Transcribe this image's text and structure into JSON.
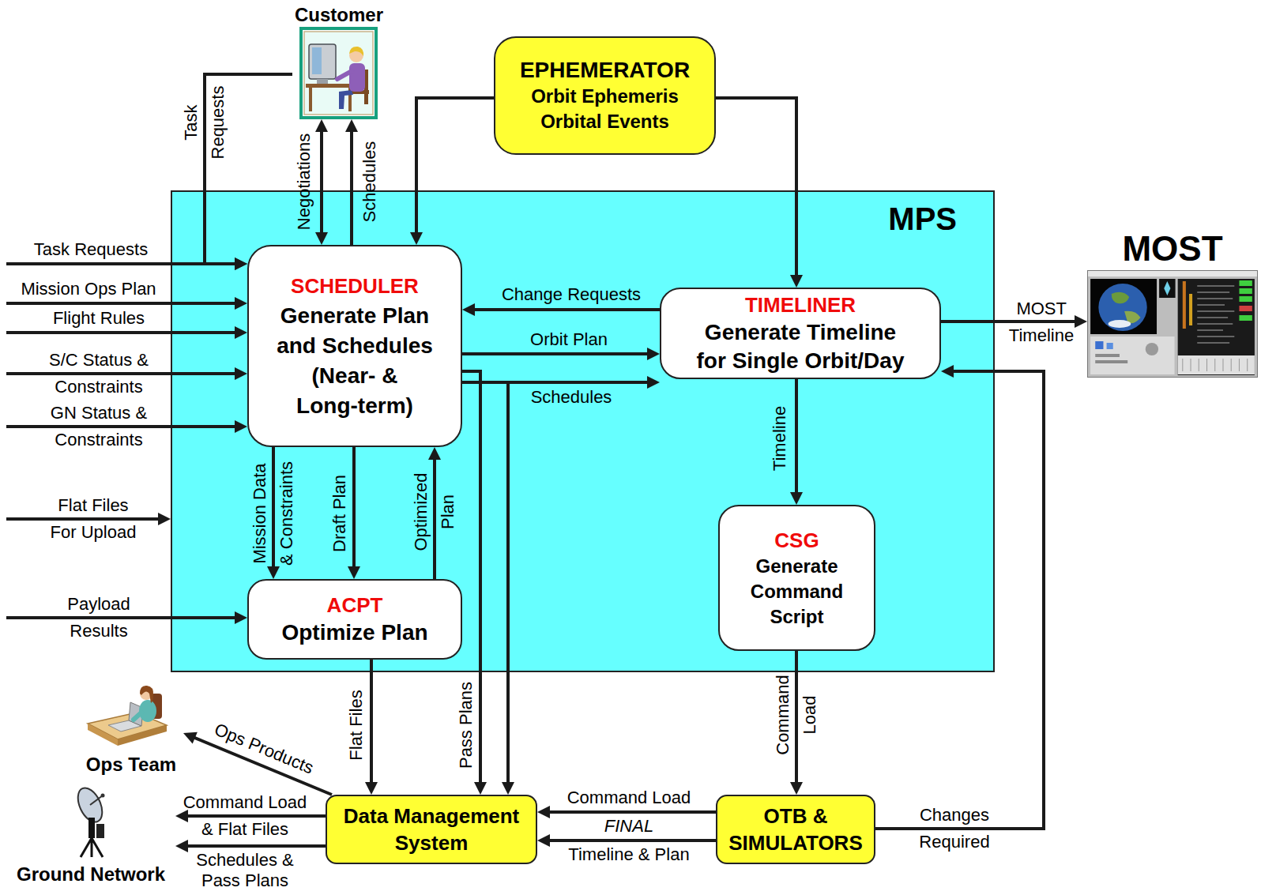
{
  "diagram": {
    "nodes": [
      {
        "text": [
          "Customer"
        ]
      },
      {
        "text": [
          "EPHEMERATOR",
          "Orbit Ephemeris Orbital Events"
        ]
      },
      {
        "text": [
          "MPS"
        ]
      },
      {
        "text": [
          "SCHEDULER",
          "Generate Plan and Schedules (Near- & Long-term)"
        ],
        "in": 2
      },
      {
        "text": [
          "TIMELINER",
          "Generate Timeline for Single Orbit/Day"
        ],
        "in": 2
      },
      {
        "text": [
          "ACPT",
          "Optimize Plan"
        ],
        "in": 2
      },
      {
        "text": [
          "CSG",
          "Generate Command Script"
        ],
        "in": 2
      },
      {
        "text": [
          "MOST"
        ]
      },
      {
        "text": [
          "Ops Team"
        ]
      },
      {
        "text": [
          "Ground Network"
        ]
      },
      {
        "text": [
          "Data Management System"
        ]
      },
      {
        "text": [
          "OTB & SIMULATORS"
        ]
      }
    ],
    "edges": [
      {
        "from": 0,
        "to": 3,
        "label": "Task Requests",
        "arrow": "to"
      },
      {
        "from": 3,
        "to": 0,
        "label": "Negotiations",
        "arrow": "both"
      },
      {
        "from": 3,
        "to": 0,
        "label": "Schedules",
        "arrow": "to"
      },
      {
        "from": 1,
        "to": 3,
        "arrow": "to"
      },
      {
        "from": 1,
        "to": 4,
        "arrow": "to"
      },
      {
        "from": 4,
        "to": 3,
        "label": "Change Requests",
        "arrow": "to"
      },
      {
        "from": 3,
        "to": 4,
        "label": "Orbit Plan",
        "arrow": "to"
      },
      {
        "from": 3,
        "to": 4,
        "label": "Schedules",
        "arrow": "to"
      },
      {
        "from": 3,
        "to": 10,
        "arrow": "to"
      },
      {
        "from": 3,
        "to": 10,
        "label": "Pass Plans",
        "arrow": "to"
      },
      {
        "from": 3,
        "to": 5,
        "label": "Mission Data & Constraints",
        "arrow": "to"
      },
      {
        "from": 3,
        "to": 5,
        "label": "Draft Plan",
        "arrow": "to"
      },
      {
        "from": 5,
        "to": 3,
        "label": "Optimized Plan",
        "arrow": "to"
      },
      {
        "from": 5,
        "to": 10,
        "label": "Flat Files",
        "arrow": "to"
      },
      {
        "from": 4,
        "to": 6,
        "label": "Timeline",
        "arrow": "to"
      },
      {
        "from": 6,
        "to": 11,
        "label": "Command Load",
        "arrow": "to"
      },
      {
        "from": 11,
        "to": 10,
        "label": "Command Load",
        "arrow": "to"
      },
      {
        "from": 11,
        "to": 10,
        "label": "Timeline & Plan",
        "arrow": "to"
      },
      {
        "from": 11,
        "to": 4,
        "label": "Changes Required",
        "arrow": "to"
      },
      {
        "from": 4,
        "to": 7,
        "label": "MOST Timeline",
        "arrow": "to"
      },
      {
        "from": 10,
        "to": 8,
        "label": "Ops Products",
        "arrow": "to"
      },
      {
        "from": 10,
        "to": 9,
        "label": "Command Load & Flat Files",
        "arrow": "to"
      },
      {
        "from": 10,
        "to": 9,
        "label": "Schedules & Pass Plans",
        "arrow": "to"
      }
    ],
    "labels": [
      "Task Requests",
      "Mission Ops Plan",
      "Flight Rules",
      "S/C Status & Constraints",
      "GN Status & Constraints",
      "Flat Files For Upload",
      "Payload Results",
      "FINAL"
    ]
  }
}
